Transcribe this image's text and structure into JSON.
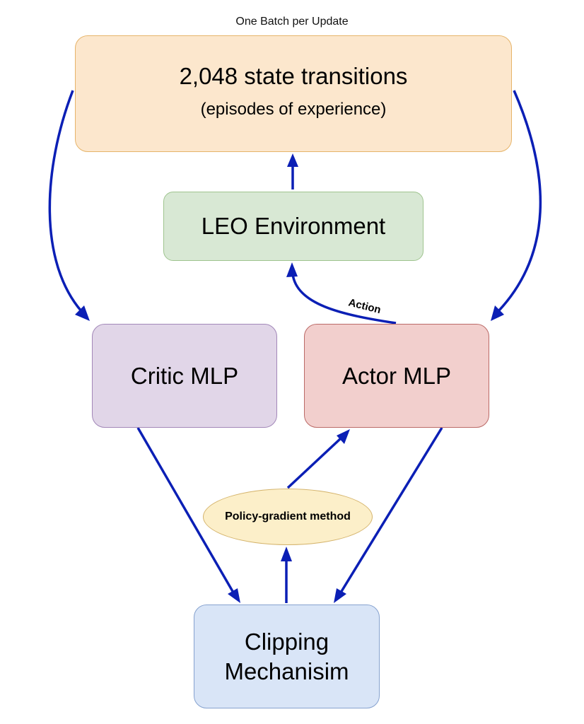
{
  "caption": "One Batch per Update",
  "nodes": {
    "batch": {
      "line1": "2,048 state transitions",
      "line2": "(episodes of experience)",
      "fill": "#fce7cd"
    },
    "environment": {
      "label": "LEO Environment",
      "fill": "#d8e8d4"
    },
    "critic": {
      "label": "Critic MLP",
      "fill": "#e1d6e8"
    },
    "actor": {
      "label": "Actor MLP",
      "fill": "#f2cfcd"
    },
    "policy_gradient": {
      "label": "Policy-gradient method",
      "fill": "#fcefc9"
    },
    "clipping": {
      "line1": "Clipping",
      "line2": "Mechanisim",
      "fill": "#d9e5f7"
    }
  },
  "edges": [
    {
      "from": "environment",
      "to": "batch",
      "label": ""
    },
    {
      "from": "batch",
      "to": "critic",
      "label": ""
    },
    {
      "from": "batch",
      "to": "actor",
      "label": ""
    },
    {
      "from": "actor",
      "to": "environment",
      "label": "Action"
    },
    {
      "from": "critic",
      "to": "clipping",
      "label": ""
    },
    {
      "from": "actor",
      "to": "clipping",
      "label": ""
    },
    {
      "from": "clipping",
      "to": "policy_gradient",
      "label": ""
    },
    {
      "from": "policy_gradient",
      "to": "actor",
      "label": ""
    }
  ],
  "edge_color": "#0b1fb5"
}
